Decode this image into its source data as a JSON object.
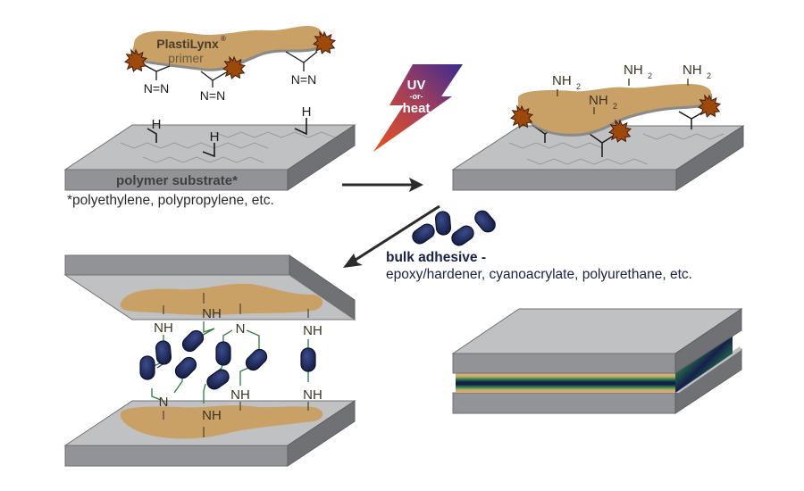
{
  "diagram": {
    "title": "PlastiLynx primer bonding process",
    "primer": {
      "brand": "PlastiLynx",
      "registered_mark": "®",
      "label": "primer",
      "diazirine_group": "N=N"
    },
    "substrate": {
      "label": "polymer substrate*",
      "footnote": "*polyethylene, polypropylene, etc.",
      "h_atom": "H"
    },
    "activation": {
      "line1": "UV",
      "line2": "-or-",
      "line3": "heat"
    },
    "activated": {
      "amine_label": "NH",
      "amine_subscript": "2"
    },
    "adhesive": {
      "title": "bulk adhesive -",
      "examples": "epoxy/hardener, cyanoacrylate, polyurethane, etc."
    },
    "crosslink": {
      "nh_label": "NH",
      "n_label": "N"
    },
    "colors": {
      "slab_top": "#c0c1c3",
      "slab_front": "#929396",
      "slab_side": "#707174",
      "slab_edge": "#5f6063",
      "primer_fill": "#c9a066",
      "primer_shadow": "#8a8a8a",
      "burst_fill": "#9b4a0c",
      "burst_stroke": "#4a1a05",
      "adhesive_pill": "#1f2a5c",
      "adhesive_stroke": "#0c1230",
      "green_link": "#2f7a3c",
      "text_dark": "#3b3424",
      "arrow": "#2b2b2b",
      "bolt_start": "#e0501c",
      "bolt_end": "#3a2a8c"
    }
  }
}
